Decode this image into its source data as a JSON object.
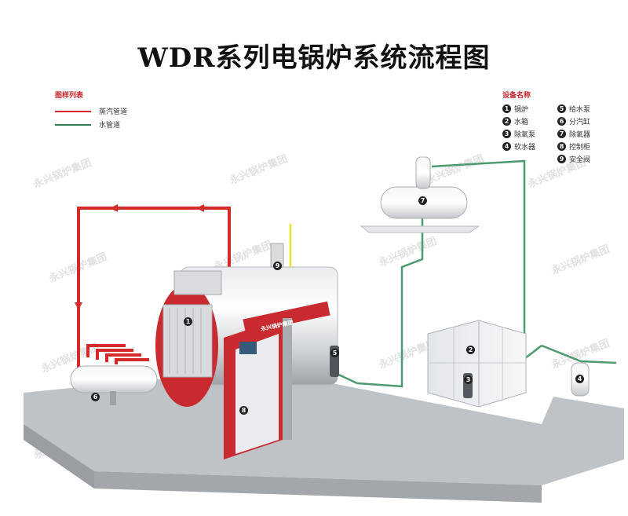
{
  "title": "WDR系列电锅炉系统流程图",
  "legend": {
    "heading": "图样列表",
    "items": [
      {
        "label": "蒸汽管道",
        "color": "#d42a2a"
      },
      {
        "label": "水管道",
        "color": "#2f7a4b"
      }
    ]
  },
  "equipment": {
    "heading": "设备名称",
    "items": [
      {
        "num": "1",
        "label": "锅炉"
      },
      {
        "num": "5",
        "label": "给水泵"
      },
      {
        "num": "2",
        "label": "水箱"
      },
      {
        "num": "6",
        "label": "分汽缸"
      },
      {
        "num": "3",
        "label": "除氧泵"
      },
      {
        "num": "7",
        "label": "除氧器"
      },
      {
        "num": "4",
        "label": "软水器"
      },
      {
        "num": "8",
        "label": "控制柜"
      },
      {
        "num": "",
        "label": ""
      },
      {
        "num": "9",
        "label": "安全阀"
      }
    ]
  },
  "markers": [
    "1",
    "2",
    "3",
    "4",
    "5",
    "6",
    "7",
    "8",
    "9"
  ],
  "watermark": "永兴锅炉集团",
  "boiler_badge": "永兴锅炉集团",
  "colors": {
    "steam": "#d42a2a",
    "water": "#4c9a6f",
    "boiler_red": "#c82a2f",
    "floor": "#b9bcc1"
  }
}
